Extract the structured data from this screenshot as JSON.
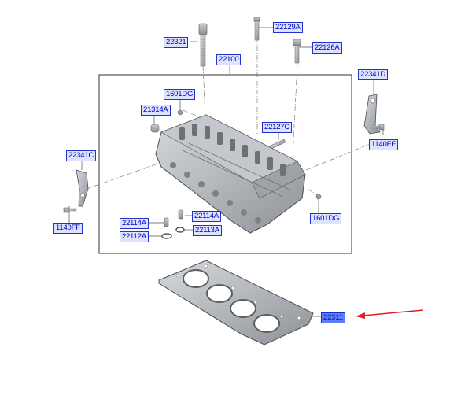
{
  "diagram": {
    "parts": [
      {
        "id": "p22321",
        "label": "22321"
      },
      {
        "id": "p22129a",
        "label": "22129A"
      },
      {
        "id": "p22126a",
        "label": "22126A"
      },
      {
        "id": "p22100",
        "label": "22100"
      },
      {
        "id": "p22341d",
        "label": "22341D"
      },
      {
        "id": "p1601dg_top",
        "label": "1601DG"
      },
      {
        "id": "p21314a",
        "label": "21314A"
      },
      {
        "id": "p22127c",
        "label": "22127C"
      },
      {
        "id": "p1140ff_right",
        "label": "1140FF"
      },
      {
        "id": "p22341c",
        "label": "22341C"
      },
      {
        "id": "p1140ff_left",
        "label": "1140FF"
      },
      {
        "id": "p22114a_1",
        "label": "22114A"
      },
      {
        "id": "p22114a_2",
        "label": "22114A"
      },
      {
        "id": "p1601dg_right",
        "label": "1601DG"
      },
      {
        "id": "p22112a",
        "label": "22112A"
      },
      {
        "id": "p22113a",
        "label": "22113A"
      },
      {
        "id": "p22311",
        "label": "22311"
      }
    ],
    "highlighted_part": "22311",
    "colors": {
      "label_text": "#0000c8",
      "label_fill": "#dde3ff",
      "label_highlight_fill": "#5d7cff",
      "pointer_arrow": "#e02020",
      "part_metal": "#b8bcc0"
    }
  }
}
